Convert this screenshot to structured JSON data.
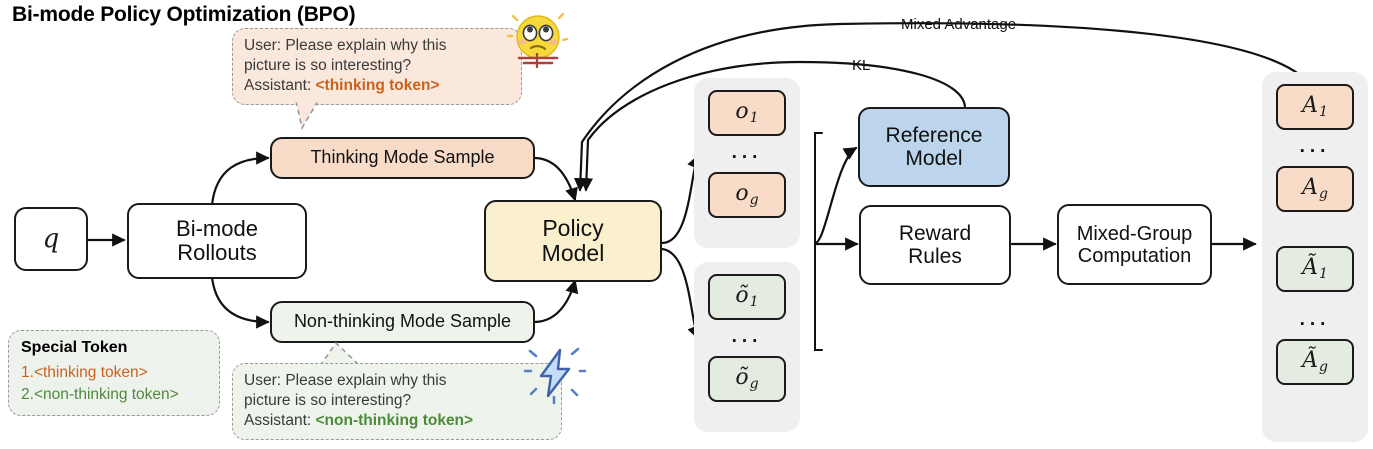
{
  "title": "Bi-mode Policy Optimization (BPO)",
  "colors": {
    "thinking_fill": "#f9dcc7",
    "nonthinking_fill": "#e4ece2",
    "policy_fill": "#fbf0ce",
    "reference_fill": "#bdd5ec",
    "panel_fill": "#efefef",
    "thinking_bubble_fill": "#fbe8dd",
    "nonthinking_bubble_fill": "#eef3ec",
    "thinking_text": "#c8621e",
    "nonthinking_text": "#4e8a3c",
    "stroke": "#1a1a1a"
  },
  "nodes": {
    "query": "q",
    "rollouts": [
      "Bi-mode",
      "Rollouts"
    ],
    "thinking_sample": "Thinking Mode Sample",
    "nonthinking_sample": "Non-thinking Mode Sample",
    "policy_model": [
      "Policy",
      "Model"
    ],
    "reference_model": [
      "Reference",
      "Model"
    ],
    "reward_rules": [
      "Reward",
      "Rules"
    ],
    "mixed_group": [
      "Mixed-Group",
      "Computation"
    ]
  },
  "bubbles": {
    "thinking": {
      "line1": "User: Please explain why this",
      "line2": "picture is so interesting?",
      "prefix": "Assistant: ",
      "token": "<thinking token>",
      "emoji": "thinking-face-emoji"
    },
    "nonthinking": {
      "line1": "User: Please explain why this",
      "line2": "picture is so interesting?",
      "prefix": "Assistant: ",
      "token": "<non-thinking token>",
      "emoji": "high-voltage-emoji"
    }
  },
  "legend": {
    "title": "Special Token",
    "items": [
      {
        "index": "1.",
        "label": "<thinking token>"
      },
      {
        "index": "2.",
        "label": "<non-thinking token>"
      }
    ]
  },
  "outputs": {
    "thinking_group": {
      "first": "o",
      "first_sub": "1",
      "last": "o",
      "last_sub": "g",
      "dots": "..."
    },
    "nonthinking_group": {
      "first": "õ",
      "first_sub": "1",
      "last": "õ",
      "last_sub": "g",
      "dots": "..."
    }
  },
  "advantages": {
    "items": [
      {
        "base": "A",
        "sub": "1",
        "kind": "thinking"
      },
      {
        "dots": "..."
      },
      {
        "base": "A",
        "sub": "g",
        "kind": "thinking"
      },
      {
        "base": "Ã",
        "sub": "1",
        "kind": "nonthinking"
      },
      {
        "dots": "..."
      },
      {
        "base": "Ã",
        "sub": "g",
        "kind": "nonthinking"
      }
    ]
  },
  "edge_labels": {
    "mixed_advantage": "Mixed Advantage",
    "kl": "KL"
  }
}
